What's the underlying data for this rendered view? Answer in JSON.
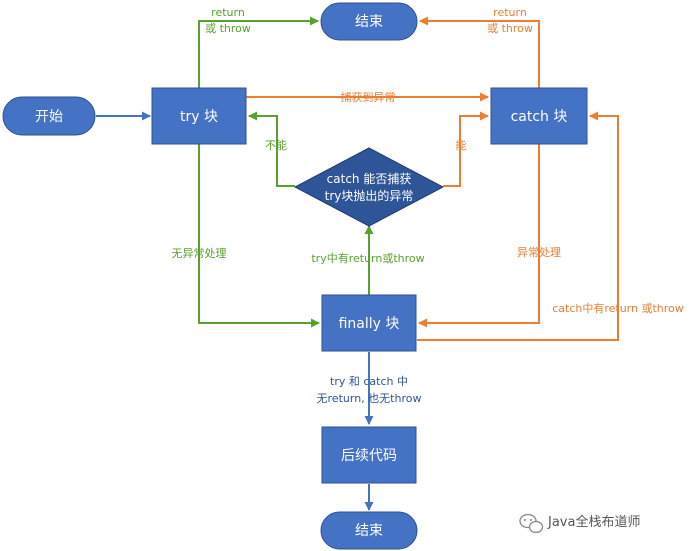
{
  "nodes": {
    "start": "开始",
    "end_top": "结束",
    "try_block": "try 块",
    "catch_block": "catch 块",
    "finally_block": "finally 块",
    "subsequent_code": "后续代码",
    "end_bottom": "结束",
    "decision_line1": "catch 能否捕获",
    "decision_line2": "try块抛出的异常"
  },
  "edge_labels": {
    "try_return_1": "return",
    "try_return_2": "或 throw",
    "catch_return_1": "return",
    "catch_return_2": "或 throw",
    "exception_caught": "捕获到异常",
    "cannot": "不能",
    "can": "能",
    "no_exception": "无异常处理",
    "exception_handling": "异常处理",
    "finally_try_return": "try中有return或throw",
    "finally_catch_return": "catch中有return 或throw",
    "normal_1": "try 和 catch 中",
    "normal_2": "无return, 也无throw"
  },
  "watermark": "Java全栈布道师",
  "colors": {
    "node_fill": "#4472c4",
    "node_stroke": "#2f528f",
    "decision_fill": "#2e5597",
    "green": "#5aa02c",
    "orange": "#ed7d31",
    "blue_arrow": "#4472c4",
    "blue_text": "#2e5597"
  }
}
